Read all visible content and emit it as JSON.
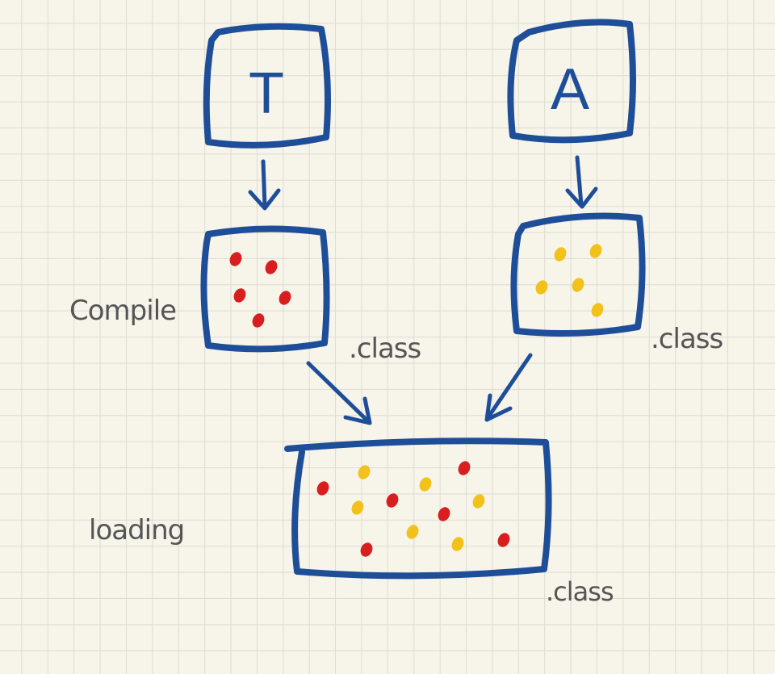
{
  "nodes": {
    "source_t": {
      "letter": "T"
    },
    "source_a": {
      "letter": "A"
    }
  },
  "labels": {
    "compile": "Compile",
    "loading": "loading",
    "class_t": ".class",
    "class_a": ".class",
    "class_loaded": ".class"
  },
  "colors": {
    "stroke": "#1f4e99",
    "t_dots": "#d81e1e",
    "a_dots": "#f2c21b",
    "annotation": "#555555",
    "paper": "#f7f4ea"
  }
}
